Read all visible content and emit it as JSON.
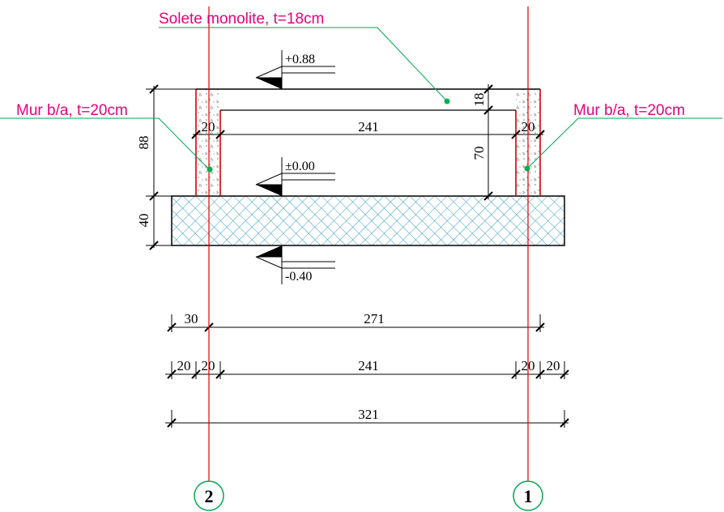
{
  "callouts": {
    "slab_label": "Solete monolite, t=18cm",
    "wall_left_label": "Mur b/a, t=20cm",
    "wall_right_label": "Mur b/a, t=20cm"
  },
  "levels": {
    "top": "+0.88",
    "ground": "±0.00",
    "bottom": "-0.40"
  },
  "dimensions": {
    "height_total": "88",
    "height_footing": "40",
    "slab_thickness": "18",
    "wall_inner_height": "70",
    "wall_left_thk": "20",
    "inner_span": "241",
    "wall_right_thk": "20",
    "row1": [
      "30",
      "271"
    ],
    "row2": [
      "20",
      "20",
      "241",
      "20",
      "20"
    ],
    "row3": [
      "321"
    ]
  },
  "axes": {
    "left": "2",
    "right": "1"
  },
  "colors": {
    "callout_text": "#e6007e",
    "leader_line": "#00a651",
    "axis_line": "#e00000",
    "wall_outline": "#d00000",
    "footing_hatch": "#1a8fbf",
    "point_marker": "#00b050"
  }
}
